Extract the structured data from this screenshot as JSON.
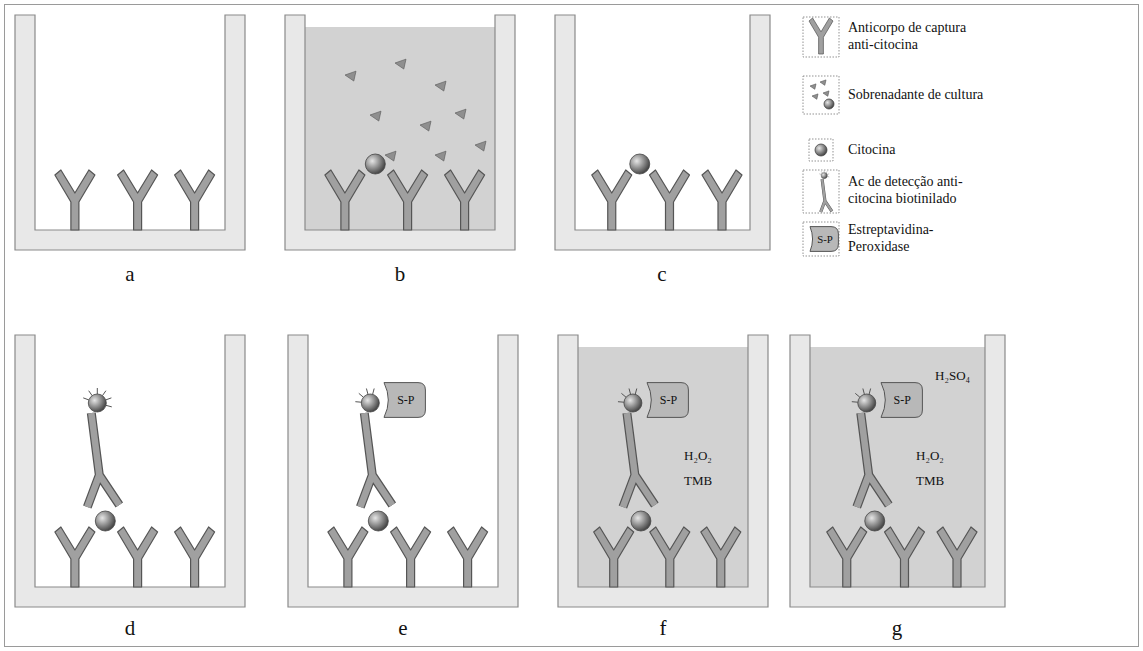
{
  "diagram": {
    "nodes": [
      {
        "text": [
          "S-P"
        ]
      },
      {
        "text": [
          "S-P"
        ]
      },
      {
        "text": [
          "S-P"
        ]
      },
      {
        "text": [
          "S-P"
        ]
      }
    ],
    "labels": [
      "a",
      "b",
      "c",
      "d",
      "e",
      "f",
      "g",
      "H₂O₂",
      "TMB",
      "H₂SO₄",
      "H₂O₂",
      "TMB"
    ],
    "legend": [
      {
        "text": "Anticorpo de captura anti-citocina"
      },
      {
        "text": "Sobrenadante de cultura"
      },
      {
        "text": "Citocina"
      },
      {
        "text": "Ac de detecção anti-citocina biotinilado"
      },
      {
        "text": "Estreptavidina-Peroxidase"
      }
    ]
  }
}
